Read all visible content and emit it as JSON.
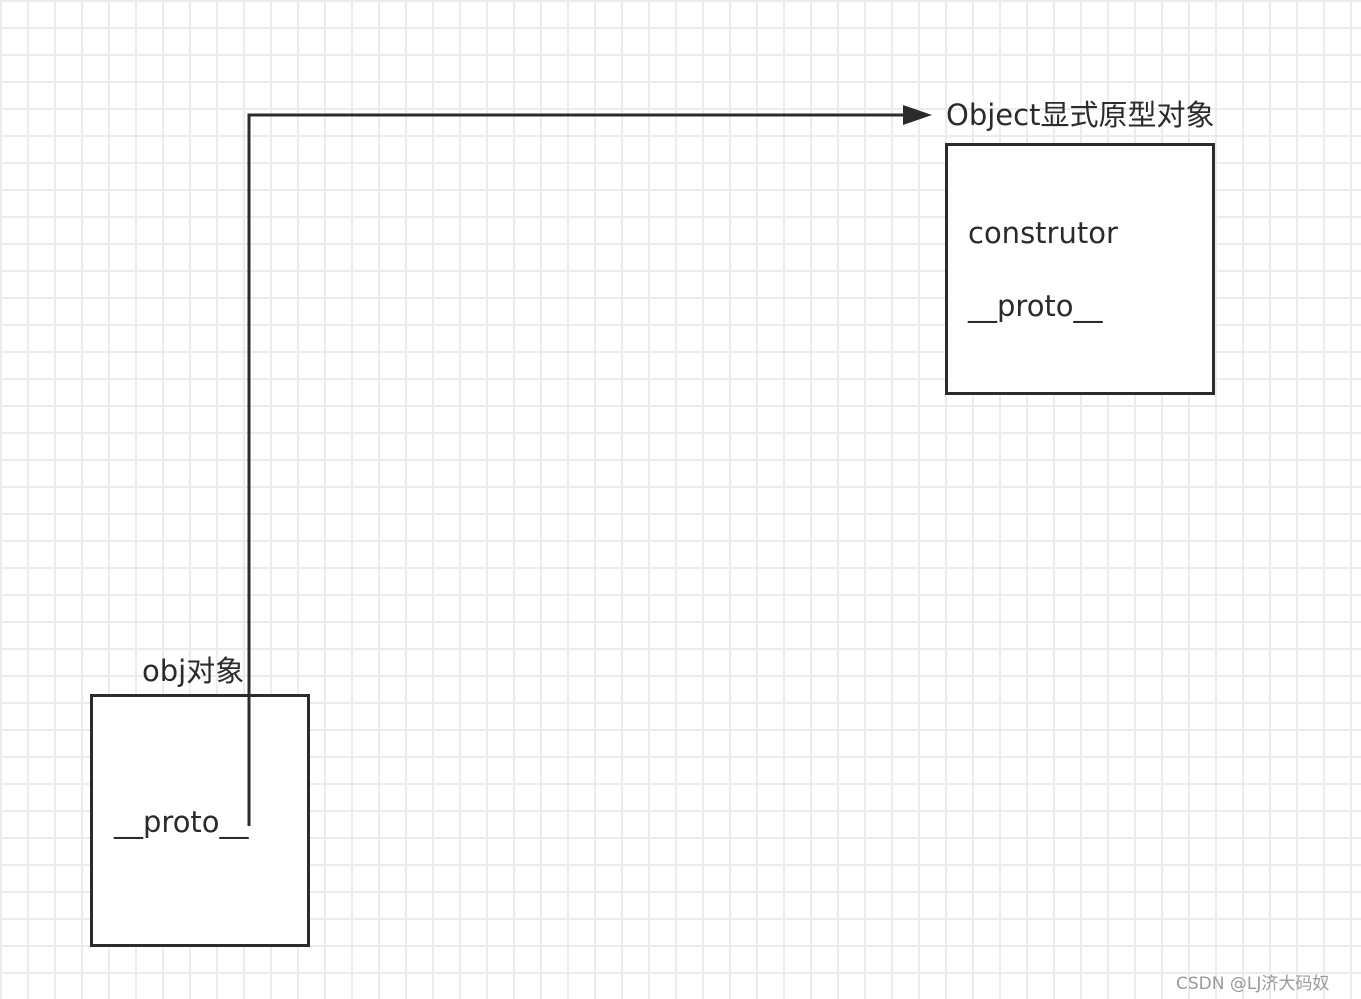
{
  "diagram": {
    "object_prototype": {
      "title": "Object显式原型对象",
      "fields": [
        "construtor",
        "__proto__"
      ]
    },
    "obj_instance": {
      "title": "obj对象",
      "fields": [
        "__proto__"
      ]
    },
    "connector": {
      "from": "obj对象 __proto__",
      "to": "Object显式原型对象",
      "style": "elbow arrow"
    }
  },
  "watermark": "CSDN @LJ济大码奴",
  "colors": {
    "stroke": "#2b2b2b",
    "grid": "#ececec",
    "background": "#ffffff",
    "watermark": "#9a9a9a"
  }
}
